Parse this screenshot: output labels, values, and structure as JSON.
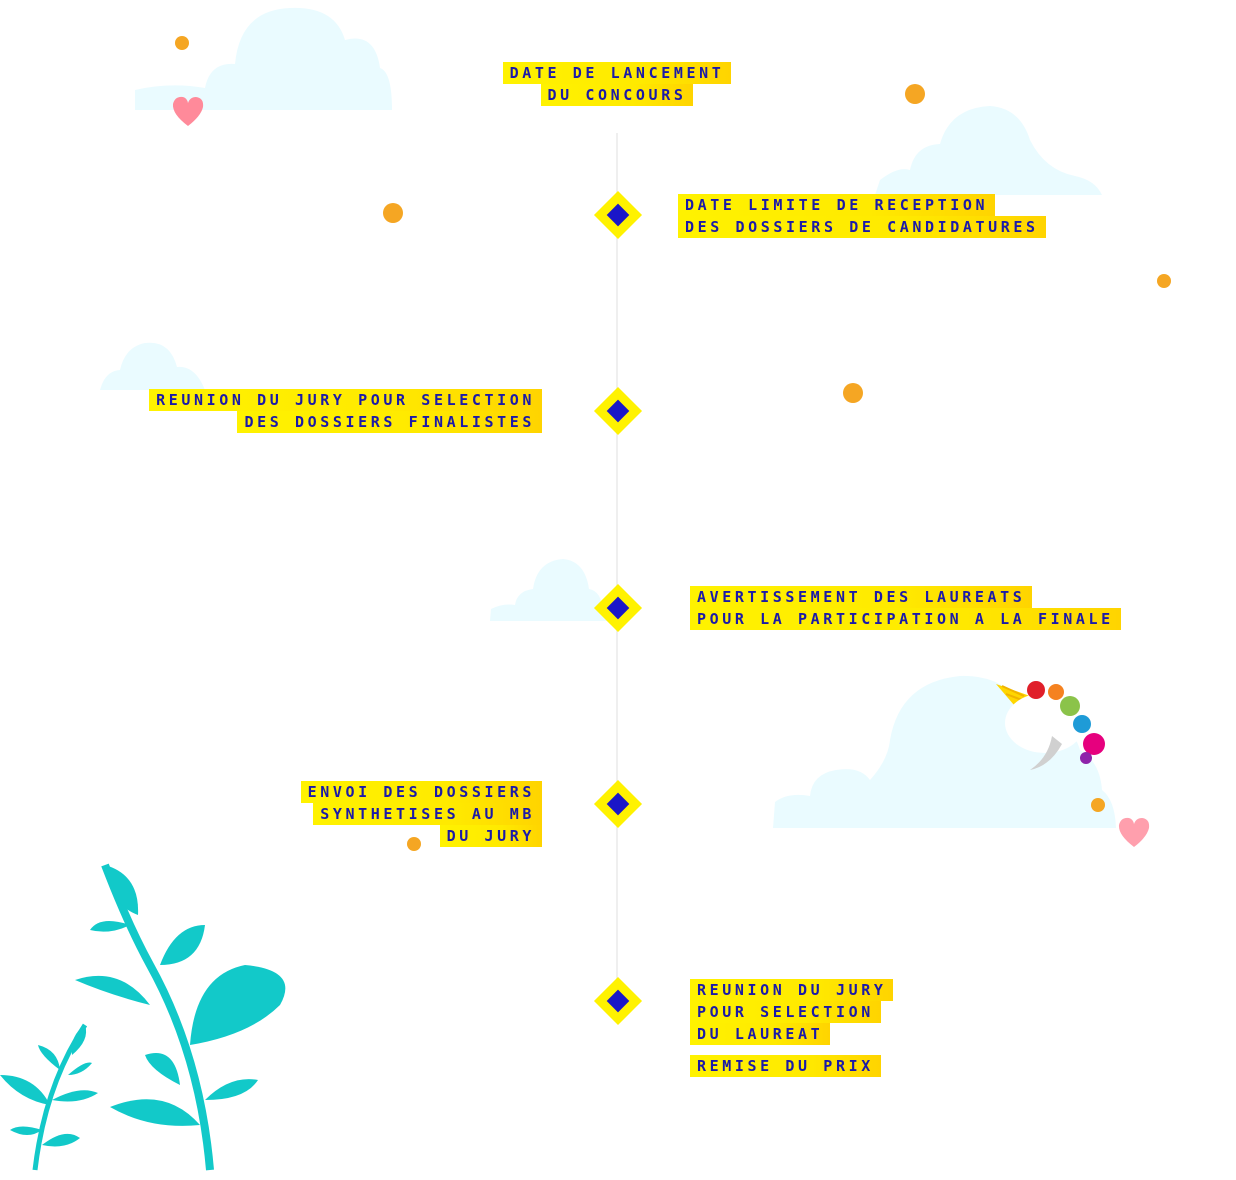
{
  "timeline": {
    "start": {
      "lines": [
        "Date de lancement",
        "du concours"
      ]
    },
    "steps": [
      {
        "side": "right",
        "lines": [
          "Date limite de reception",
          "des dossiers de candidatures"
        ]
      },
      {
        "side": "left",
        "lines": [
          "Reunion du jury pour selection",
          "des dossiers finalistes"
        ]
      },
      {
        "side": "right",
        "lines": [
          "Avertissement des laureats",
          "pour la participation a la finale"
        ]
      },
      {
        "side": "left",
        "lines": [
          "Envoi des dossiers",
          "synthetises au MB",
          "du jury"
        ]
      },
      {
        "side": "right",
        "lines": [
          "Reunion du jury",
          "pour selection",
          "du laureat"
        ],
        "extra": "Remise du prix"
      }
    ]
  },
  "colors": {
    "highlight": "#fff200",
    "text": "#1b1aa8",
    "marker_core": "#1a16c8",
    "dot": "#f5a623",
    "heart": "#ff8a9a",
    "cloud": "#eafbff",
    "leaf": "#12c9c9"
  },
  "decorations": {
    "clouds": [
      "cloud",
      "cloud",
      "cloud",
      "cloud",
      "cloud"
    ],
    "dots": [
      "dot",
      "dot",
      "dot",
      "dot",
      "dot",
      "dot",
      "dot"
    ],
    "hearts": [
      "heart-icon",
      "heart-icon"
    ],
    "unicorn": "unicorn-icon",
    "plants": "leaves-icon"
  }
}
